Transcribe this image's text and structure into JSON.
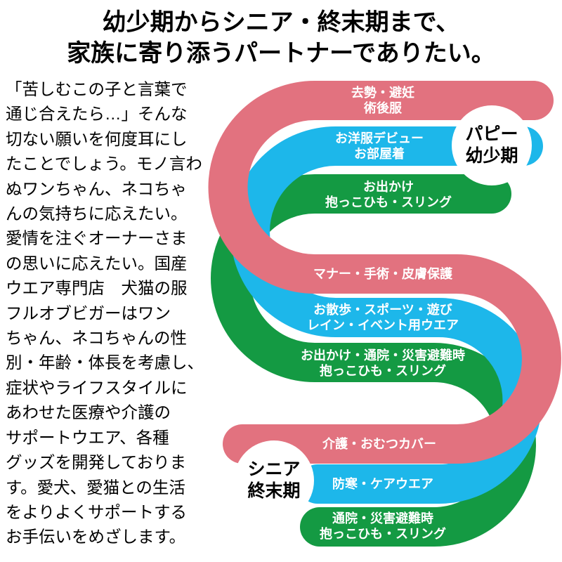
{
  "title": {
    "line1": "幼少期からシニア・終末期まで、",
    "line2": "家族に寄り添うパートナーでありたい。"
  },
  "intro": {
    "text": "「苦しむこの子と言葉で\n通じ合えたら…」そんな\n切ない願いを何度耳にし\nたことでしょう。モノ言わ\nぬワンちゃん、ネコちゃ\nんの気持ちに応えたい。\n愛情を注ぐオーナーさま\nの思いに応えたい。国産\nウエア専門店　犬猫の服\nフルオブビガーはワン\nちゃん、ネコちゃんの性\n別・年齢・体長を考慮し、\n症状やライフスタイルに\nあわせた医療や介護の\nサポートウエア、各種\nグッズを開発しておりま\nす。愛犬、愛猫との生活\nをよりよくサポートする\nお手伝いをめざします。"
  },
  "colors": {
    "pink": "#e2727f",
    "blue": "#1db7ea",
    "green": "#149a43",
    "label_text": "#ffffff",
    "stage_text": "#000000"
  },
  "stages": {
    "puppy": {
      "line1": "パピー",
      "line2": "幼少期"
    },
    "senior": {
      "line1": "シニア",
      "line2": "終末期"
    }
  },
  "bands": [
    {
      "id": "pink-top",
      "color": "pink",
      "line1": "去勢・避妊",
      "line2": "術後服"
    },
    {
      "id": "blue-top",
      "color": "blue",
      "line1": "お洋服デビュー",
      "line2": "お部屋着"
    },
    {
      "id": "green-top",
      "color": "green",
      "line1": "お出かけ",
      "line2": "抱っこひも・スリング"
    },
    {
      "id": "pink-mid",
      "color": "pink",
      "line1": "マナー・手術・皮膚保護"
    },
    {
      "id": "blue-mid",
      "color": "blue",
      "line1": "お散歩・スポーツ・遊び",
      "line2": "レイン・イベント用ウエア"
    },
    {
      "id": "green-mid",
      "color": "green",
      "line1": "お出かけ・通院・災害避難時",
      "line2": "抱っこひも・スリング"
    },
    {
      "id": "pink-bottom",
      "color": "pink",
      "line1": "介護・おむつカバー"
    },
    {
      "id": "blue-bottom",
      "color": "blue",
      "line1": "防寒・ケアウエア"
    },
    {
      "id": "green-bottom",
      "color": "green",
      "line1": "通院・災害避難時",
      "line2": "抱っこひも・スリング"
    }
  ]
}
